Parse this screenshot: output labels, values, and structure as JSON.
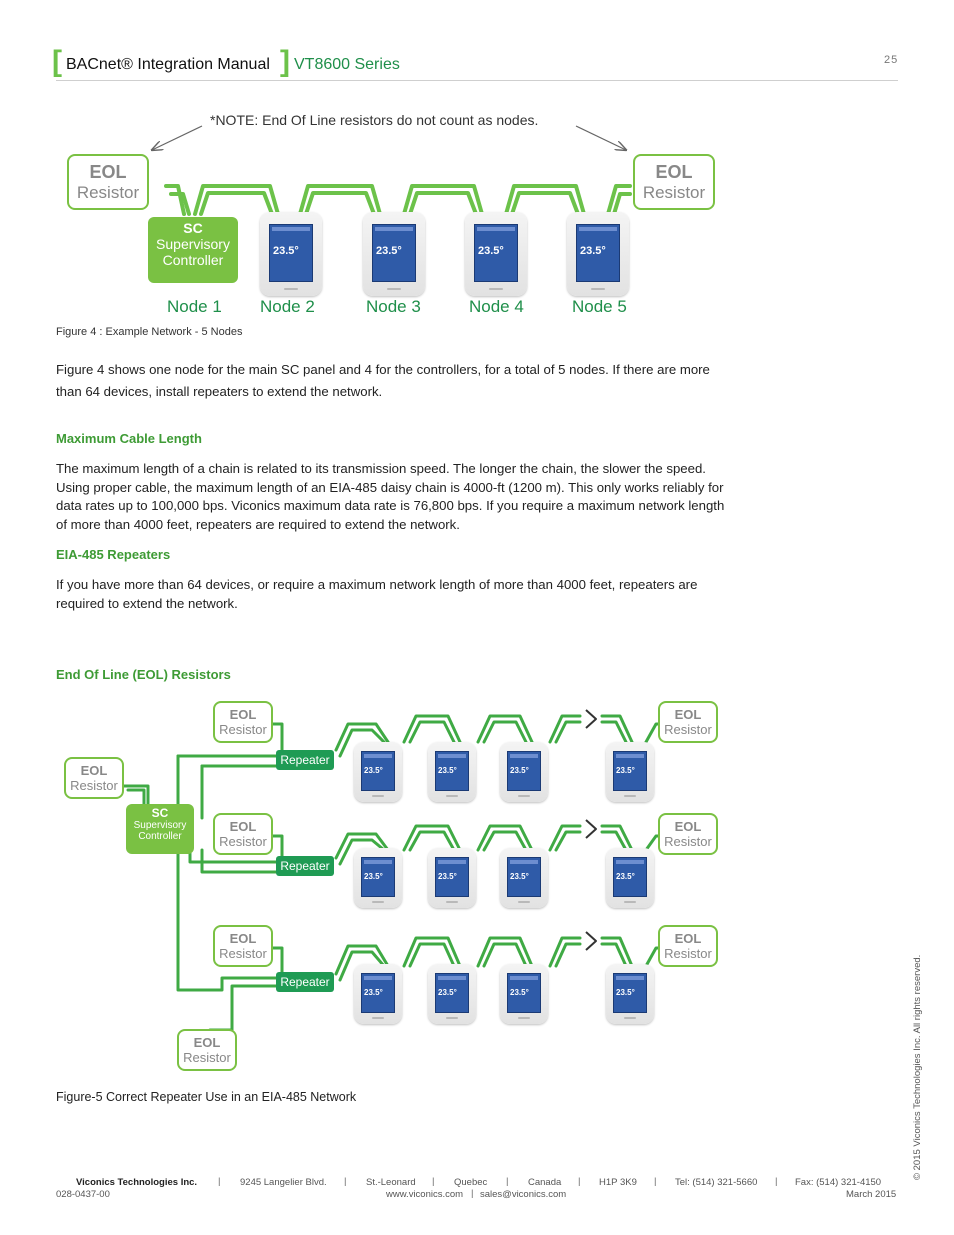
{
  "header": {
    "title": "BACnet® Integration Manual",
    "series": "VT8600 Series",
    "page_number": "25"
  },
  "figure4": {
    "note": "*NOTE: End Of Line resistors do not count as nodes.",
    "eol_title": "EOL",
    "eol_sub": "Resistor",
    "sc_title": "SC",
    "sc_line1": "Supervisory",
    "sc_line2": "Controller",
    "thermostat_temp": "23.5°",
    "nodes": [
      "Node 1",
      "Node 2",
      "Node 3",
      "Node 4",
      "Node 5"
    ],
    "caption": "Figure 4 :  Example Network - 5 Nodes"
  },
  "body": {
    "intro": "Figure 4 shows one node for the main SC panel and 4 for the controllers, for a total of 5 nodes. If there are more than 64 devices, install repeaters to extend the network.",
    "h_max": "Maximum Cable Length",
    "p_max": "The maximum length of a chain is related to its transmission speed. The longer the chain, the slower the speed. Using proper cable, the maximum length of an EIA-485 daisy chain is 4000-ft (1200 m). This only works reliably for data rates up to 100,000 bps. Viconics maximum data rate is 76,800 bps. If you require a maximum network length of more than 4000 feet, repeaters are required to extend the network.",
    "h_rep": "EIA-485 Repeaters",
    "p_rep": "If you have more than 64 devices, or require a maximum network length of more than 4000 feet, repeaters are required to extend the network.",
    "h_eol": "End Of Line (EOL) Resistors"
  },
  "figure5": {
    "eol_title": "EOL",
    "eol_sub": "Resistor",
    "repeater": "Repeater",
    "sc_title": "SC",
    "sc_line1": "Supervisory",
    "sc_line2": "Controller",
    "thermostat_temp": "23.5°",
    "caption": "Figure-5 Correct Repeater Use in an EIA-485 Network"
  },
  "footer": {
    "company": "Viconics Technologies Inc.",
    "address": "9245 Langelier Blvd.",
    "city": "St.-Leonard",
    "province": "Quebec",
    "country": "Canada",
    "postal": "H1P 3K9",
    "tel": "Tel: (514) 321-5660",
    "fax": "Fax: (514) 321-4150",
    "doc_number": "028-0437-00",
    "website": "www.viconics.com",
    "email": "sales@viconics.com",
    "date": "March 2015",
    "copyright": "© 2015 Viconics Technologies Inc. All rights reserved.",
    "sep": "|"
  },
  "colors": {
    "accent": "#7ac143",
    "dark_green": "#1f8f4a",
    "heading_green": "#3e9b35",
    "screen_blue": "#2f5ba8"
  }
}
